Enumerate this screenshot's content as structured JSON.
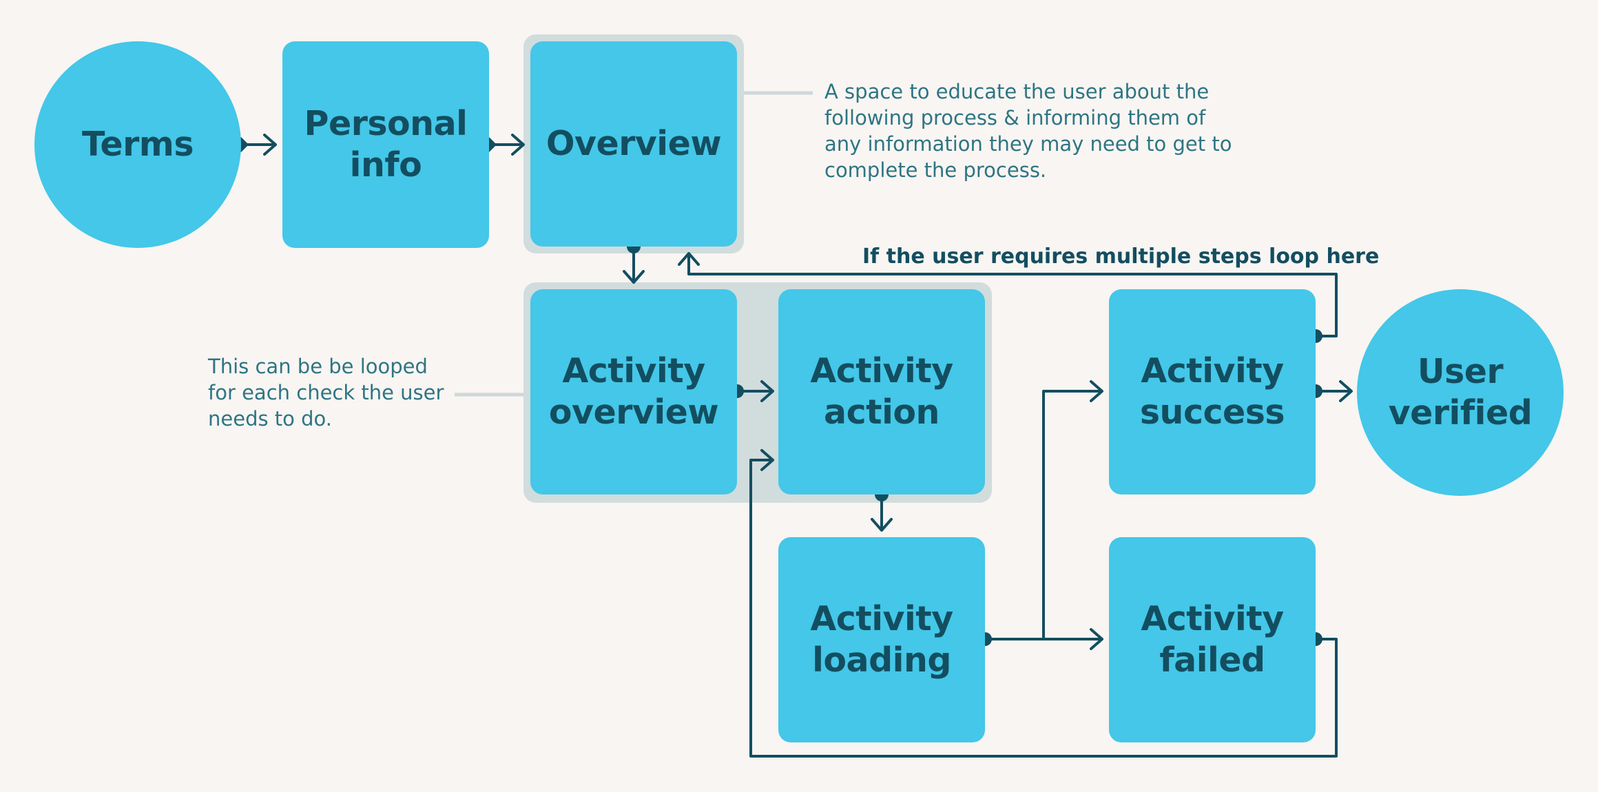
{
  "nodes": {
    "terms": {
      "line1": "Terms"
    },
    "personal_info": {
      "line1": "Personal",
      "line2": "info"
    },
    "overview": {
      "line1": "Overview"
    },
    "activity_overview": {
      "line1": "Activity",
      "line2": "overview"
    },
    "activity_action": {
      "line1": "Activity",
      "line2": "action"
    },
    "activity_loading": {
      "line1": "Activity",
      "line2": "loading"
    },
    "activity_success": {
      "line1": "Activity",
      "line2": "success"
    },
    "activity_failed": {
      "line1": "Activity",
      "line2": "failed"
    },
    "user_verified": {
      "line1": "User",
      "line2": "verified"
    }
  },
  "notes": {
    "overview_note": {
      "line1": "A space to educate the user about the",
      "line2": "following process & informing them of",
      "line3": "any information they may need to get to",
      "line4": "complete the process."
    },
    "loop_note": {
      "line1": "This can be be looped",
      "line2": "for each check the user",
      "line3": "needs to do."
    }
  },
  "loop_label": "If the user requires multiple steps loop here",
  "colors": {
    "background": "#f8f5f2",
    "node_fill": "#44c7e8",
    "node_text": "#134e60",
    "group_fill": "#d1dcdd",
    "connector": "#134e60",
    "note_text": "#2e7583",
    "note_leader": "#cfd8d9"
  }
}
